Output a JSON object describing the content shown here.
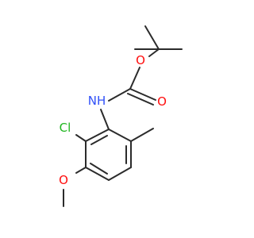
{
  "molecule": {
    "atoms": {
      "nh": {
        "label": "NH",
        "color": "#3050f8"
      },
      "o_ester": {
        "label": "O",
        "color": "#ff0d0d"
      },
      "o_carbonyl": {
        "label": "O",
        "color": "#ff0d0d"
      },
      "cl": {
        "label": "Cl",
        "color": "#1fb51f"
      },
      "o_methoxy": {
        "label": "O",
        "color": "#ff0d0d"
      }
    },
    "bond_color": "#2b2b2b",
    "background": "#ffffff"
  }
}
